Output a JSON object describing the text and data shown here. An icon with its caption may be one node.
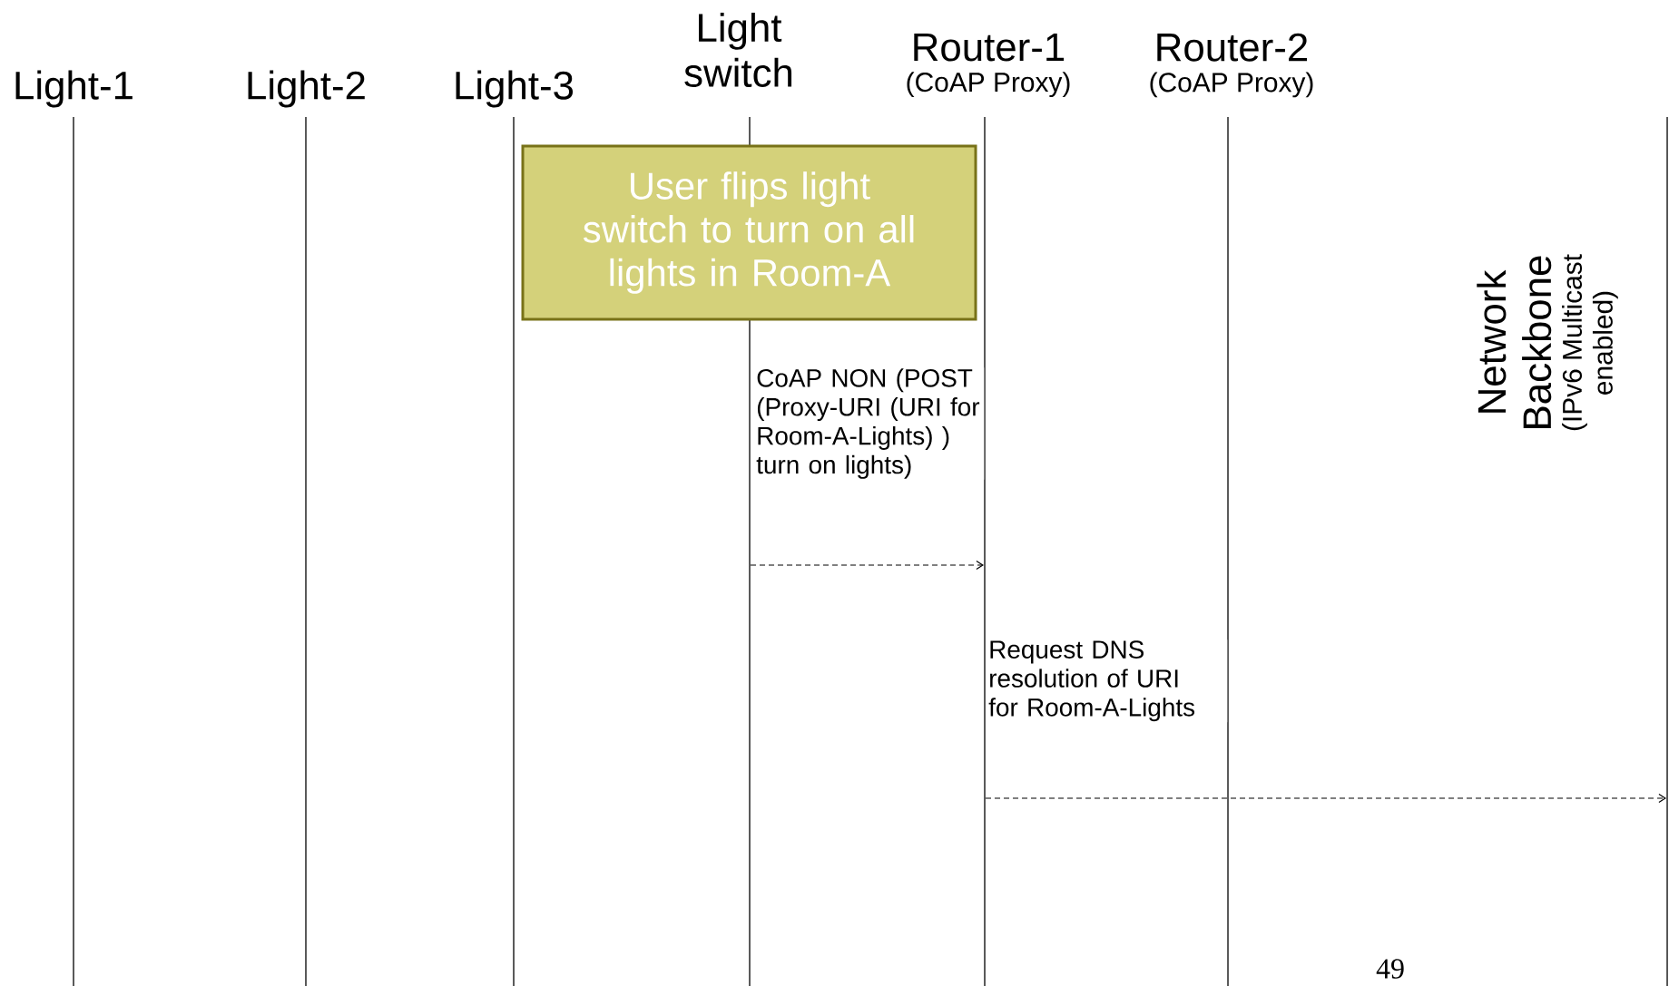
{
  "diagram": {
    "nodes": [
      {
        "text": [
          "Light-1"
        ]
      },
      {
        "text": [
          "Light-2"
        ]
      },
      {
        "text": [
          "Light-3"
        ]
      },
      {
        "text": [
          "Light switch"
        ]
      },
      {
        "text": [
          "Router-1",
          "(CoAP Proxy)"
        ]
      },
      {
        "text": [
          "Router-2",
          "(CoAP Proxy)"
        ]
      },
      {
        "text": [
          "Network Backbone",
          "(IPv6 Multicast enabled)"
        ]
      },
      {
        "text": [
          "User flips light switch to turn on all lights in Room-A"
        ]
      }
    ],
    "edges": [
      {
        "from": 3,
        "to": 4,
        "arrow": "to",
        "style": "dashed",
        "label": "CoAP NON (POST (Proxy-URI (URI for Room-A-Lights) ) turn on lights)"
      },
      {
        "from": 4,
        "to": 6,
        "arrow": "to",
        "style": "dashed",
        "label": "Request DNS resolution of URI for Room-A-Lights"
      }
    ],
    "labels": [
      "49"
    ]
  }
}
